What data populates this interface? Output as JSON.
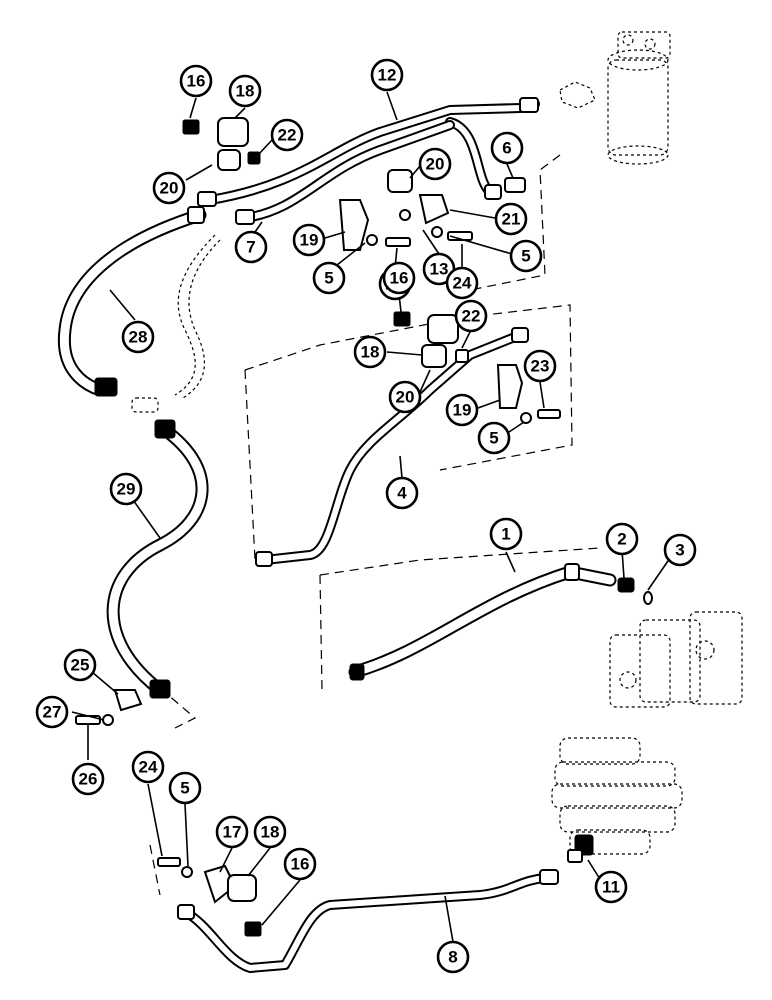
{
  "figure": {
    "kind": "exploded parts diagram – hydraulic lines",
    "background": "#ffffff",
    "ink": "#000000"
  },
  "callouts": [
    {
      "id": "c16a",
      "label": "16"
    },
    {
      "id": "c18a",
      "label": "18"
    },
    {
      "id": "c12",
      "label": "12"
    },
    {
      "id": "c22a",
      "label": "22"
    },
    {
      "id": "c20a",
      "label": "20"
    },
    {
      "id": "c20b",
      "label": "20"
    },
    {
      "id": "c6",
      "label": "6"
    },
    {
      "id": "c21",
      "label": "21"
    },
    {
      "id": "c19a",
      "label": "19"
    },
    {
      "id": "c7",
      "label": "7"
    },
    {
      "id": "c5a",
      "label": "5"
    },
    {
      "id": "c23a",
      "label": "23"
    },
    {
      "id": "c13",
      "label": "13"
    },
    {
      "id": "c24a",
      "label": "24"
    },
    {
      "id": "c5b",
      "label": "5"
    },
    {
      "id": "c28",
      "label": "28"
    },
    {
      "id": "c16b",
      "label": "16"
    },
    {
      "id": "c22b",
      "label": "22"
    },
    {
      "id": "c18b",
      "label": "18"
    },
    {
      "id": "c23b",
      "label": "23"
    },
    {
      "id": "c20c",
      "label": "20"
    },
    {
      "id": "c19b",
      "label": "19"
    },
    {
      "id": "c5c",
      "label": "5"
    },
    {
      "id": "c4",
      "label": "4"
    },
    {
      "id": "c29",
      "label": "29"
    },
    {
      "id": "c1",
      "label": "1"
    },
    {
      "id": "c2",
      "label": "2"
    },
    {
      "id": "c3",
      "label": "3"
    },
    {
      "id": "c25",
      "label": "25"
    },
    {
      "id": "c27",
      "label": "27"
    },
    {
      "id": "c26",
      "label": "26"
    },
    {
      "id": "c24b",
      "label": "24"
    },
    {
      "id": "c5d",
      "label": "5"
    },
    {
      "id": "c17",
      "label": "17"
    },
    {
      "id": "c18c",
      "label": "18"
    },
    {
      "id": "c11",
      "label": "11"
    },
    {
      "id": "c16c",
      "label": "16"
    },
    {
      "id": "c8",
      "label": "8"
    }
  ]
}
